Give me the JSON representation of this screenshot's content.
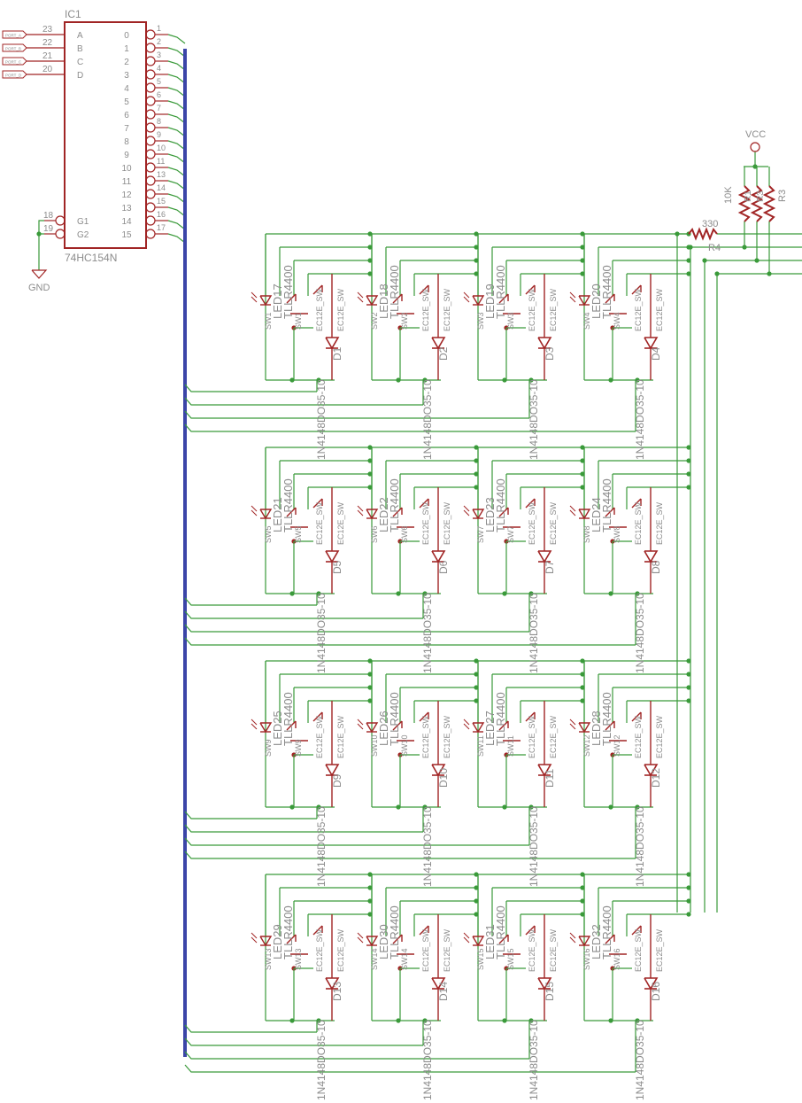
{
  "colors": {
    "wire": "#3a9a3a",
    "part": "#a12525",
    "bus": "#3b45a8",
    "text": "#8c8c8c",
    "label": "#000000"
  },
  "ic": {
    "name": "IC1",
    "value": "74HC154N",
    "left_pins": [
      {
        "num": "23",
        "name": "A",
        "port": "PORT_A"
      },
      {
        "num": "22",
        "name": "B",
        "port": "PORT_B"
      },
      {
        "num": "21",
        "name": "C",
        "port": "PORT_C"
      },
      {
        "num": "20",
        "name": "D",
        "port": "PORT_D"
      }
    ],
    "enable_pins": [
      {
        "num": "18",
        "name": "G1"
      },
      {
        "num": "19",
        "name": "G2"
      }
    ],
    "outputs": [
      "0",
      "1",
      "2",
      "3",
      "4",
      "5",
      "6",
      "7",
      "8",
      "9",
      "10",
      "11",
      "12",
      "13",
      "14",
      "15"
    ],
    "output_pin_nums": [
      "1",
      "2",
      "3",
      "4",
      "5",
      "6",
      "7",
      "8",
      "9",
      "10",
      "11",
      "13",
      "14",
      "15",
      "16",
      "17"
    ]
  },
  "gnd_label": "GND",
  "vcc_label": "VCC",
  "resistors": [
    {
      "name": "R4",
      "value": "330"
    },
    {
      "name": "R3",
      "value": ""
    },
    {
      "name": "R2",
      "value": "10K"
    },
    {
      "name": "R1",
      "value": ""
    }
  ],
  "cells": [
    {
      "led": "LED17",
      "sw": "SW1",
      "diode": "D1"
    },
    {
      "led": "LED18",
      "sw": "SW2",
      "diode": "D2"
    },
    {
      "led": "LED19",
      "sw": "SW3",
      "diode": "D3"
    },
    {
      "led": "LED20",
      "sw": "SW4",
      "diode": "D4"
    },
    {
      "led": "LED21",
      "sw": "SW5",
      "diode": "D5"
    },
    {
      "led": "LED22",
      "sw": "SW6",
      "diode": "D6"
    },
    {
      "led": "LED23",
      "sw": "SW7",
      "diode": "D7"
    },
    {
      "led": "LED24",
      "sw": "SW8",
      "diode": "D8"
    },
    {
      "led": "LED25",
      "sw": "SW9",
      "diode": "D9"
    },
    {
      "led": "LED26",
      "sw": "SW10",
      "diode": "D10"
    },
    {
      "led": "LED27",
      "sw": "SW11",
      "diode": "D11"
    },
    {
      "led": "LED28",
      "sw": "SW12",
      "diode": "D12"
    },
    {
      "led": "LED29",
      "sw": "SW13",
      "diode": "D13"
    },
    {
      "led": "LED30",
      "sw": "SW14",
      "diode": "D14"
    },
    {
      "led": "LED31",
      "sw": "SW15",
      "diode": "D15"
    },
    {
      "led": "LED32",
      "sw": "SW16",
      "diode": "D16"
    }
  ],
  "led_value": "TLLR4400",
  "sw_value": "EC12E_SW",
  "diode_value": "1N4148DO35-10"
}
